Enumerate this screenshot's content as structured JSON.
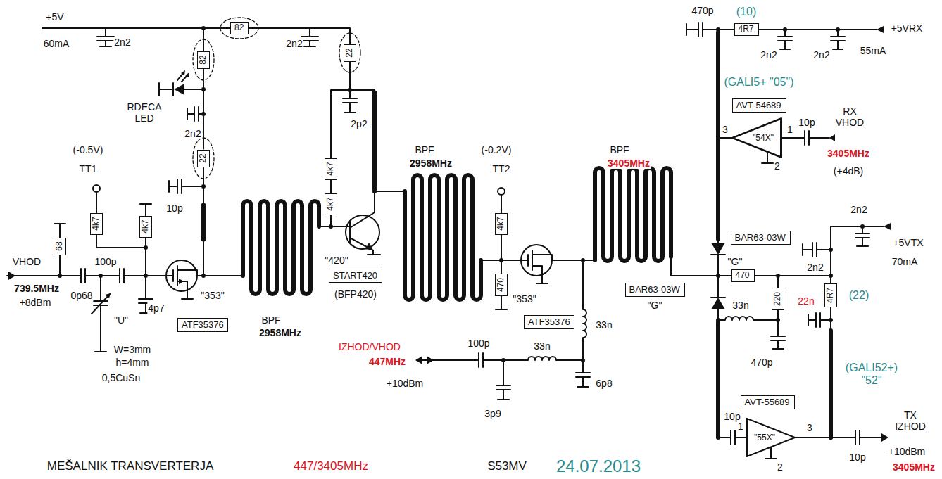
{
  "diagram": {
    "nodes": [
      {
        "text": [
          "82"
        ]
      },
      {
        "text": [
          "82"
        ]
      },
      {
        "text": [
          "22"
        ]
      },
      {
        "text": [
          "22"
        ]
      },
      {
        "text": [
          "4k7"
        ]
      },
      {
        "text": [
          "4k7"
        ]
      },
      {
        "text": [
          "68"
        ]
      },
      {
        "text": [
          "ATF35376"
        ]
      },
      {
        "text": [
          "4k7"
        ]
      },
      {
        "text": [
          "4k7"
        ]
      },
      {
        "text": [
          "START420"
        ]
      },
      {
        "text": [
          "4k7"
        ]
      },
      {
        "text": [
          "470"
        ]
      },
      {
        "text": [
          "ATF35376"
        ]
      },
      {
        "text": [
          "4R7"
        ]
      },
      {
        "text": [
          "AVT-54689"
        ]
      },
      {
        "text": [
          "\"54X\""
        ]
      },
      {
        "text": [
          "BAR63-03W"
        ]
      },
      {
        "text": [
          "470"
        ]
      },
      {
        "text": [
          "BAR63-03W"
        ]
      },
      {
        "text": [
          "220"
        ]
      },
      {
        "text": [
          "4R7"
        ]
      },
      {
        "text": [
          "AVT-55689"
        ]
      },
      {
        "text": [
          "\"55X\""
        ]
      }
    ],
    "edges": [
      {
        "from": 1,
        "to": 3,
        "arrow": "none"
      },
      {
        "from": 8,
        "to": 9,
        "arrow": "none"
      }
    ],
    "labels": [
      "+5V",
      "60mA",
      "2n2",
      "2n2",
      "RDECA LED",
      "2n2",
      "10p",
      "(-0.5V)",
      "TT1",
      "VHOD",
      "739.5MHz",
      "+8dBm",
      "0p68",
      "100p",
      "4p7",
      "\"U\"",
      "W=3mm",
      "h=4mm",
      "0,5CuSn",
      "\"353\"",
      "BPF",
      "2958MHz",
      "2p2",
      "\"420\"",
      "(BFP420)",
      "BPF",
      "2958MHz",
      "(-0.2V)",
      "TT2",
      "\"353\"",
      "IZHOD/VHOD",
      "447MHz",
      "+10dBm",
      "100p",
      "33n",
      "33n",
      "3p9",
      "6p8",
      "BPF",
      "3405MHz",
      "470p",
      "(10)",
      "2n2",
      "2n2",
      "+5VRX",
      "55mA",
      "(GALI5+ \"05\")",
      "3",
      "1",
      "2",
      "10p",
      "RX VHOD",
      "3405MHz",
      "(+4dB)",
      "\"G\"",
      "2n2",
      "+5VTX",
      "70mA",
      "2n2",
      "\"G\"",
      "33n",
      "22n",
      "(22)",
      "470p",
      "(GALI52+) \"52\"",
      "10p",
      "1",
      "3",
      "2",
      "TX IZHOD",
      "+10dBm",
      "3405MHz",
      "10p",
      "MEŠALNIK TRANSVERTERJA",
      "447/3405MHz",
      "S53MV",
      "24.07.2013"
    ]
  }
}
